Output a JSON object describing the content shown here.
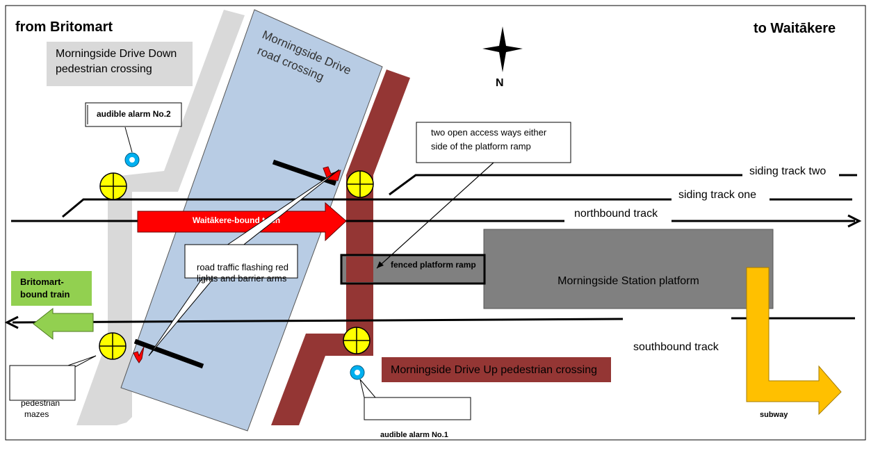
{
  "diagram": {
    "from_label": "from Britomart",
    "to_label": "to Waitākere",
    "compass_label": "N",
    "down_crossing_label": [
      "Morningside Drive Down",
      "pedestrian crossing"
    ],
    "road_crossing_label": [
      "Morningside Drive",
      "road crossing"
    ],
    "alarm2_label": "audible alarm No.2",
    "alarm1_label": "audible alarm No.1",
    "access_ways_label": [
      "two open access ways either",
      "side of the platform ramp"
    ],
    "siding_two_label": "siding track two",
    "siding_one_label": "siding track one",
    "northbound_label": "northbound track",
    "southbound_label": "southbound track",
    "waitakere_train_label": "Waitākere-bound train",
    "britomart_train_label": [
      "Britomart-",
      "bound train"
    ],
    "flashing_lights_label": [
      "road traffic flashing red",
      "lights and barrier arms"
    ],
    "platform_ramp_label": "fenced platform ramp",
    "platform_label": "Morningside Station platform",
    "up_crossing_label": "Morningside Drive Up pedestrian crossing",
    "mazes_label": [
      "pedestrian",
      "mazes"
    ],
    "subway_label": "subway",
    "colors": {
      "road": "#b8cce4",
      "down_path": "#d9d9d9",
      "up_path": "#943634",
      "platform": "#808080",
      "waitakere_train": "#ff0000",
      "britomart_train": "#92d050",
      "subway": "#ffc000",
      "maze": "#ffff00",
      "alarm": "#00b0f0"
    }
  }
}
